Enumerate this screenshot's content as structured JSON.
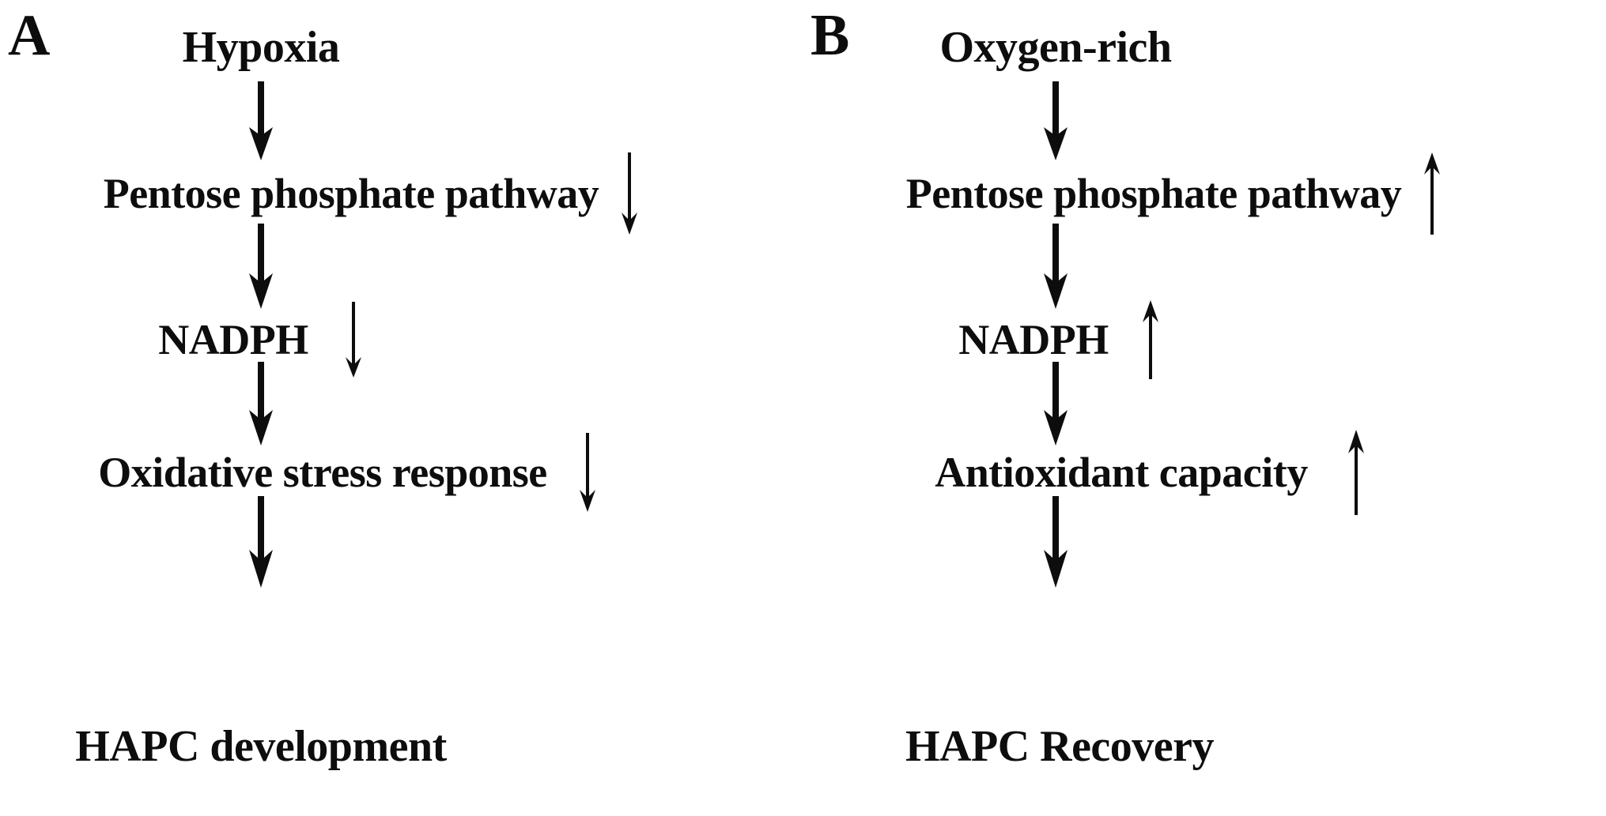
{
  "figure": {
    "type": "flow-diagram",
    "background": "#ffffff",
    "ink_color": "#0d0d0d"
  },
  "panels": [
    {
      "label": "A",
      "nodes": [
        {
          "text": "Hypoxia",
          "indicator": "none"
        },
        {
          "text": "Pentose phosphate pathway",
          "indicator": "down-arrow"
        },
        {
          "text": "NADPH",
          "indicator": "down-arrow"
        },
        {
          "text": "Oxidative stress response",
          "indicator": "down-arrow"
        },
        {
          "text": "HAPC development",
          "indicator": "none"
        }
      ],
      "connectors": [
        "down-arrow",
        "down-arrow",
        "down-arrow",
        "down-arrow"
      ]
    },
    {
      "label": "B",
      "nodes": [
        {
          "text": "Oxygen-rich",
          "indicator": "none"
        },
        {
          "text": "Pentose phosphate pathway",
          "indicator": "up-arrow"
        },
        {
          "text": "NADPH",
          "indicator": "up-arrow"
        },
        {
          "text": "Antioxidant capacity",
          "indicator": "up-arrow"
        },
        {
          "text": "HAPC Recovery",
          "indicator": "none"
        }
      ],
      "connectors": [
        "down-arrow",
        "down-arrow",
        "down-arrow",
        "down-arrow"
      ]
    }
  ]
}
